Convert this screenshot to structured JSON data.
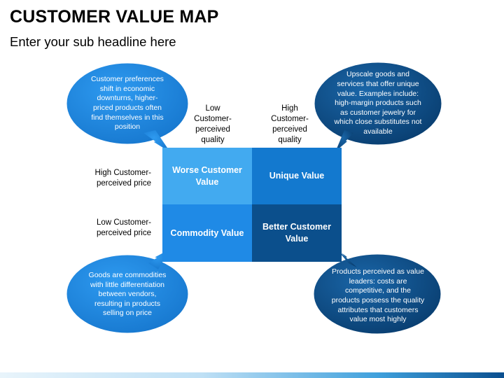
{
  "header": {
    "title": "CUSTOMER VALUE MAP",
    "subtitle": "Enter your sub headline here"
  },
  "columns": {
    "low": "Low\nCustomer-\nperceived\nquality",
    "high": "High\nCustomer-\nperceived\nquality"
  },
  "rows": {
    "high": "High Customer-\nperceived price",
    "low": "Low Customer-\nperceived price"
  },
  "quadrants": {
    "top_left": "Worse Customer\nValue",
    "top_right": "Unique Value",
    "bottom_left": "Commodity Value",
    "bottom_right": "Better Customer\nValue"
  },
  "bubbles": {
    "top_left": "Customer preferences\nshift in economic\ndownturns, higher-\npriced products often\nfind themselves in this\nposition",
    "top_right": "Upscale goods and\nservices that offer unique\nvalue. Examples include:\nhigh-margin products such\nas customer jewelry for\nwhich close substitutes not\navailable",
    "bottom_left": "Goods are commodities\nwith little differentiation\nbetween vendors,\nresulting in products\nselling on price",
    "bottom_right": "Products perceived as value\nleaders: costs are\ncompetitive, and the\nproducts possess the quality\nattributes that customers\nvalue most highly"
  },
  "colors": {
    "quad_top_left": "#42aaf0",
    "quad_top_right": "#1379cf",
    "quad_bottom_left": "#1f8ae6",
    "quad_bottom_right": "#0b4f8c",
    "bubble_light": "#1f8ae6",
    "bubble_dark": "#0b4f8c"
  }
}
